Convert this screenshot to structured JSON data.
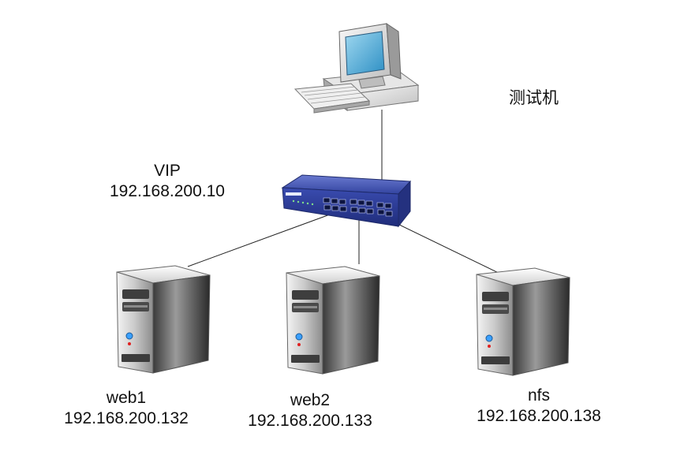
{
  "test_machine": {
    "label": "测试机"
  },
  "vip": {
    "label": "VIP",
    "ip": "192.168.200.10"
  },
  "servers": [
    {
      "name": "web1",
      "ip": "192.168.200.132"
    },
    {
      "name": "web2",
      "ip": "192.168.200.133"
    },
    {
      "name": "nfs",
      "ip": "192.168.200.138"
    }
  ],
  "icons": {
    "client": "desktop-computer-icon",
    "switch": "network-switch-icon",
    "server": "tower-server-icon"
  }
}
